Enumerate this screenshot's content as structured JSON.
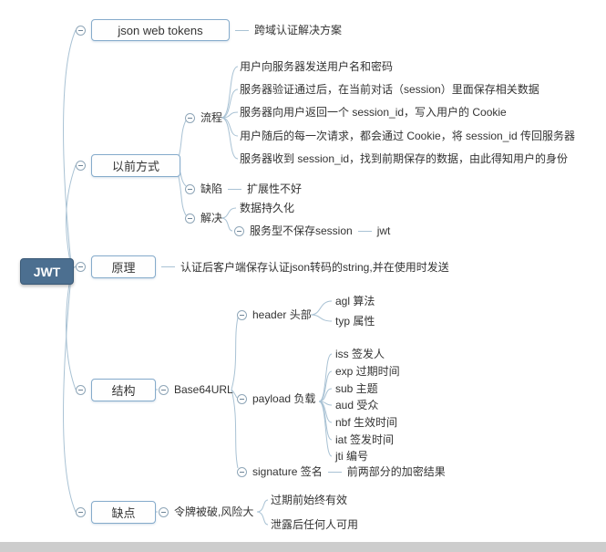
{
  "colors": {
    "root_bg": "#4c6f90",
    "box_border": "#85abcb",
    "line": "#a9c2d4"
  },
  "root": {
    "label": "JWT"
  },
  "topics": {
    "json_web_tokens": {
      "label": "json web tokens",
      "note": "跨域认证解决方案"
    },
    "old_way": {
      "label": "以前方式",
      "process": {
        "label": "流程",
        "steps": [
          "用户向服务器发送用户名和密码",
          "服务器验证通过后，在当前对话（session）里面保存相关数据",
          "服务器向用户返回一个 session_id，写入用户的 Cookie",
          "用户随后的每一次请求，都会通过 Cookie，将 session_id 传回服务器",
          "服务器收到 session_id，找到前期保存的数据，由此得知用户的身份"
        ]
      },
      "defect": {
        "label": "缺陷",
        "note": "扩展性不好"
      },
      "solution": {
        "label": "解决",
        "persist": "数据持久化",
        "stateless": "服务型不保存session",
        "stateless_child": "jwt"
      }
    },
    "principle": {
      "label": "原理",
      "note": "认证后客户端保存认证json转码的string,并在使用时发送"
    },
    "structure": {
      "label": "结构",
      "encoding": "Base64URL",
      "header": {
        "label": "header 头部",
        "items": [
          "agl 算法",
          "typ 属性"
        ]
      },
      "payload": {
        "label": "payload 负载",
        "items": [
          "iss 签发人",
          "exp 过期时间",
          "sub 主题",
          "aud 受众",
          "nbf 生效时间",
          "iat 签发时间",
          "jti 编号"
        ]
      },
      "signature": {
        "label": "signature 签名",
        "note": "前两部分的加密结果"
      }
    },
    "drawbacks": {
      "label": "缺点",
      "risk": "令牌被破,风险大",
      "items": [
        "过期前始终有效",
        "泄露后任何人可用"
      ]
    }
  }
}
